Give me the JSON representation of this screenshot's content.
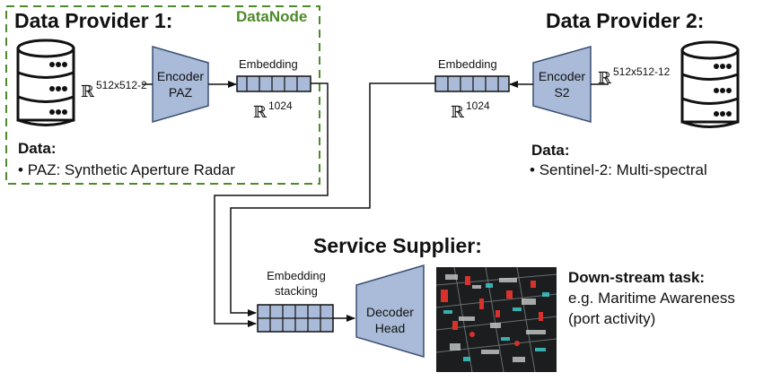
{
  "provider1": {
    "title": "Data Provider 1:",
    "group_label": "DataNode",
    "input_space": "512x512-2",
    "encoder_line1": "Encoder",
    "encoder_line2": "PAZ",
    "embedding_label": "Embedding",
    "embedding_space": "1024",
    "data_heading": "Data:",
    "data_item": "PAZ: Synthetic Aperture Radar"
  },
  "provider2": {
    "title": "Data Provider 2:",
    "input_space": "512x512-12",
    "encoder_line1": "Encoder",
    "encoder_line2": "S2",
    "embedding_label": "Embedding",
    "embedding_space": "1024",
    "data_heading": "Data:",
    "data_item": "Sentinel-2: Multi-spectral"
  },
  "supplier": {
    "title": "Service Supplier:",
    "stack_line1": "Embedding",
    "stack_line2": "stacking",
    "decoder_line1": "Decoder",
    "decoder_line2": "Head",
    "task_heading": "Down-stream task:",
    "task_line1": "e.g. Maritime Awareness",
    "task_line2": "(port activity)"
  },
  "math_symbol": "ℝ",
  "bullet": "•",
  "colors": {
    "block_fill": "#a9bbd8",
    "block_stroke": "#3b4f74",
    "datanode_green": "#4c8a2a"
  },
  "icons": [
    "database-icon",
    "database-icon",
    "satellite-image-thumbnail"
  ]
}
